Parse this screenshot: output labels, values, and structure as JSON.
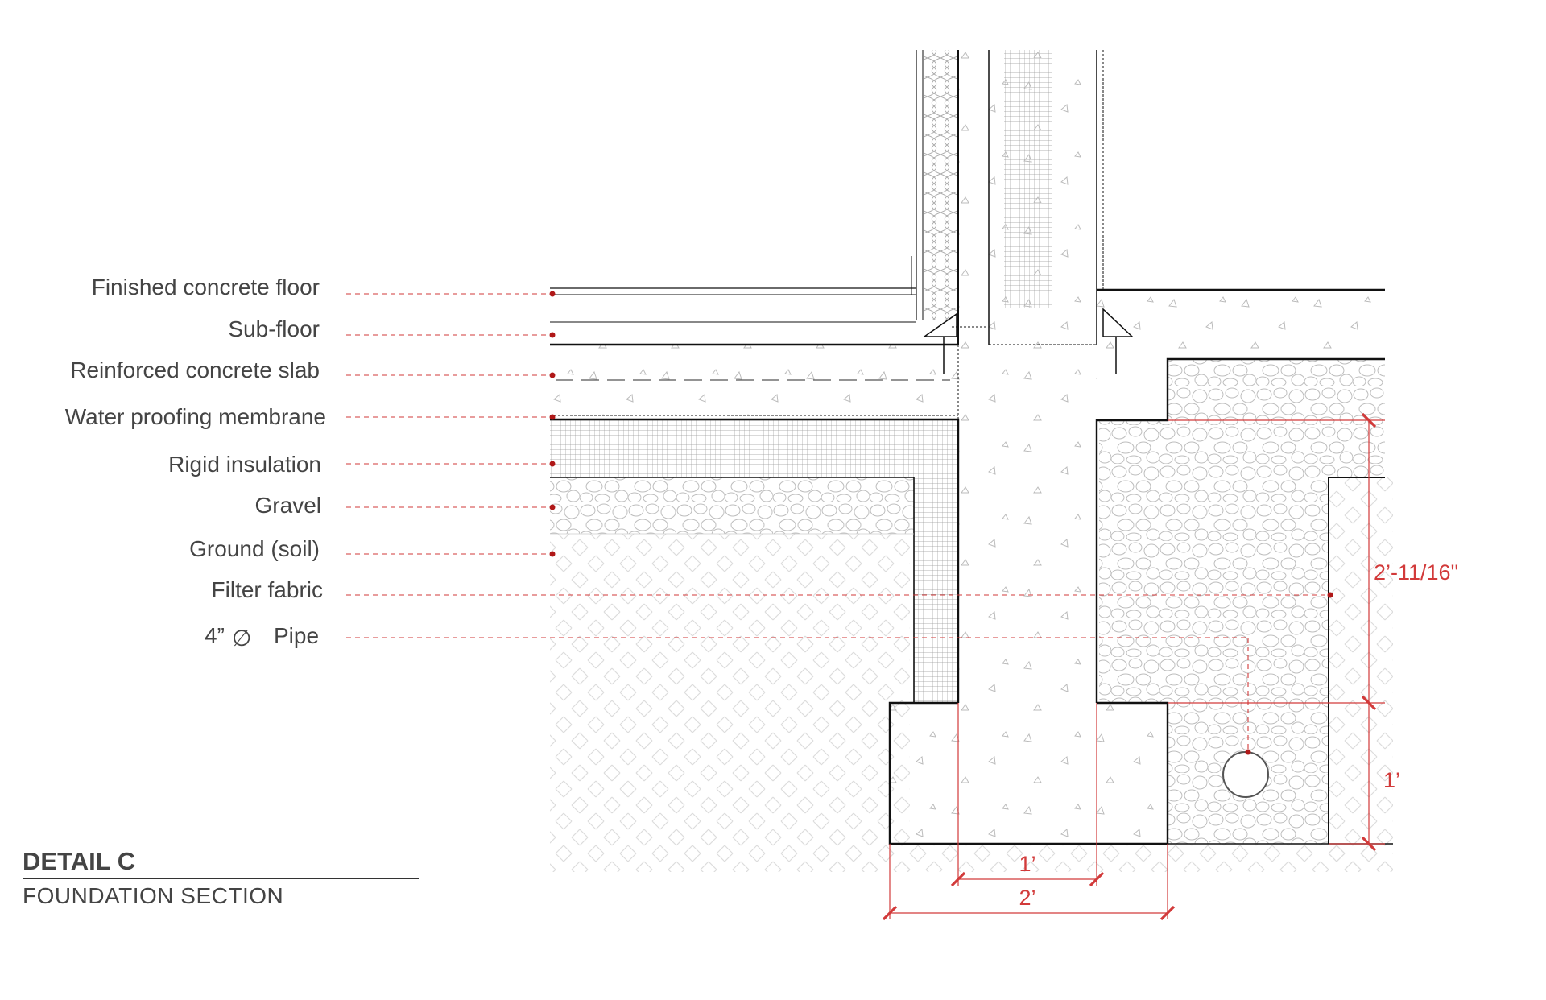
{
  "title": {
    "heading": "DETAIL C",
    "subheading": "FOUNDATION SECTION"
  },
  "labels": [
    "Finished concrete floor",
    "Sub-floor",
    "Reinforced concrete slab",
    "Water proofing membrane",
    "Rigid insulation",
    "Gravel",
    "Ground (soil)",
    "Filter fabric"
  ],
  "pipe_label": {
    "size": "4”",
    "symbol": "∅",
    "text": "Pipe"
  },
  "dimensions": {
    "wall_width": "1’",
    "footing_width": "2’",
    "gravel_height": "2’-11/16\"",
    "footing_height": "1’"
  },
  "colors": {
    "accent": "#d23a3a",
    "line": "#111111",
    "text": "#444444",
    "hatch": "#d6d6d6"
  }
}
